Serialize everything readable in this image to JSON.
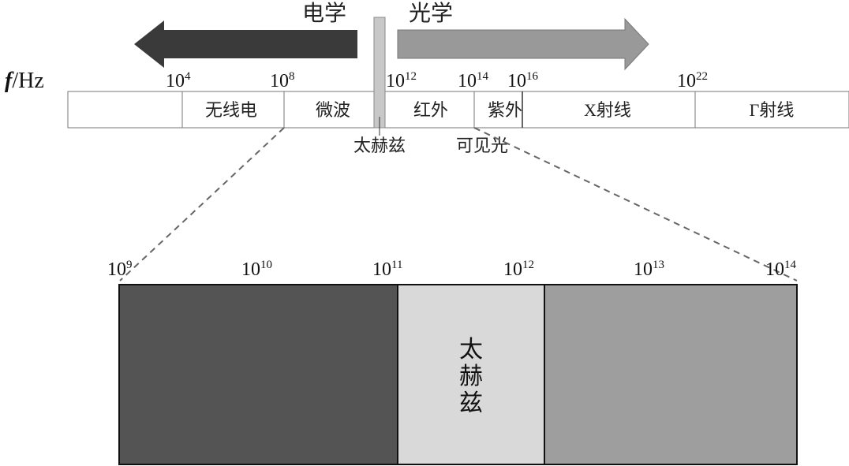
{
  "top": {
    "electric_label": "电学",
    "optics_label": "光学",
    "axis_label_f": "f",
    "axis_label_unit": "/Hz",
    "ticks": [
      {
        "base": "10",
        "exp": "4"
      },
      {
        "base": "10",
        "exp": "8"
      },
      {
        "base": "10",
        "exp": "12"
      },
      {
        "base": "10",
        "exp": "14"
      },
      {
        "base": "10",
        "exp": "16"
      },
      {
        "base": "10",
        "exp": "22"
      }
    ],
    "bands": [
      "无线电",
      "微波",
      "红外",
      "紫外",
      "X射线",
      "Γ射线"
    ],
    "below_labels": {
      "terahertz": "太赫兹",
      "visible": "可见光"
    }
  },
  "bottom": {
    "ticks": [
      {
        "base": "10",
        "exp": "9"
      },
      {
        "base": "10",
        "exp": "10"
      },
      {
        "base": "10",
        "exp": "11"
      },
      {
        "base": "10",
        "exp": "12"
      },
      {
        "base": "10",
        "exp": "13"
      },
      {
        "base": "10",
        "exp": "14"
      }
    ],
    "middle_label": [
      "太",
      "赫",
      "兹"
    ]
  },
  "colors": {
    "dark_arrow": "#3a3a3a",
    "light_arrow": "#999999",
    "terahertz_strip": "#c8c8c8",
    "dark_block": "#545454",
    "mid_block": "#d9d9d9",
    "right_block": "#9e9e9e",
    "connector": "#666666"
  }
}
